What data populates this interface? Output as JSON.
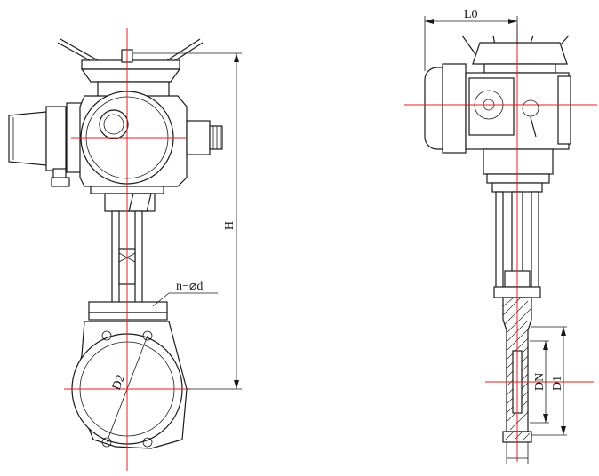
{
  "diagram": {
    "front_view": {
      "labels": {
        "height": "H",
        "bolt_holes": "n−⌀d",
        "bolt_circle": "D2"
      }
    },
    "side_view": {
      "labels": {
        "actuator_length": "L0",
        "nominal_diameter": "DN",
        "flange_diameter": "D1"
      }
    },
    "colors": {
      "lines": "#1a1a1a",
      "centerlines": "#e02020",
      "background": "#ffffff"
    }
  }
}
